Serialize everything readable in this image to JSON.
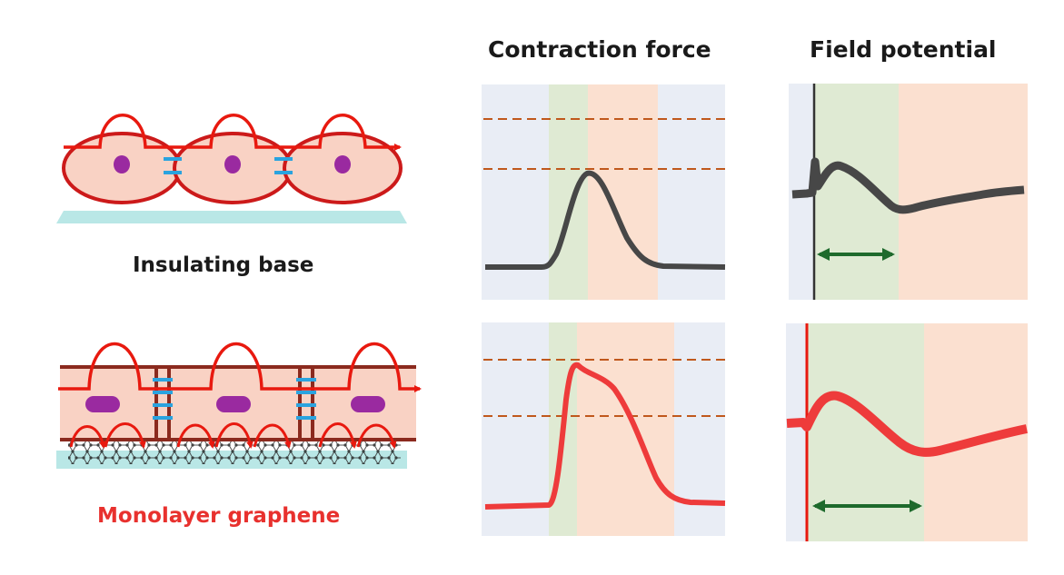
{
  "header": {
    "contraction_title": "Contraction force",
    "field_title": "Field potential"
  },
  "rows": [
    {
      "label": "Insulating base",
      "label_color": "#1a1a1a",
      "trace_color": "#474747"
    },
    {
      "label": "Monolayer graphene",
      "label_color": "#e8312e",
      "trace_color": "#ee3b3b"
    }
  ],
  "colors": {
    "cell_fill": "#f9d2c4",
    "cell_outline": "#cc1a1a",
    "membrane_dark": "#8b2a1e",
    "nucleus": "#9a2aa0",
    "junction": "#2aa3df",
    "substrate": "#b9e7e6",
    "signal_red": "#e8190f",
    "panel_blue": "#e9edf5",
    "panel_green": "#dfead3",
    "panel_peach": "#fbe0d0",
    "dashed_line": "#c0581c",
    "arrow_green": "#1e6a2c",
    "lattice": "#333333"
  }
}
